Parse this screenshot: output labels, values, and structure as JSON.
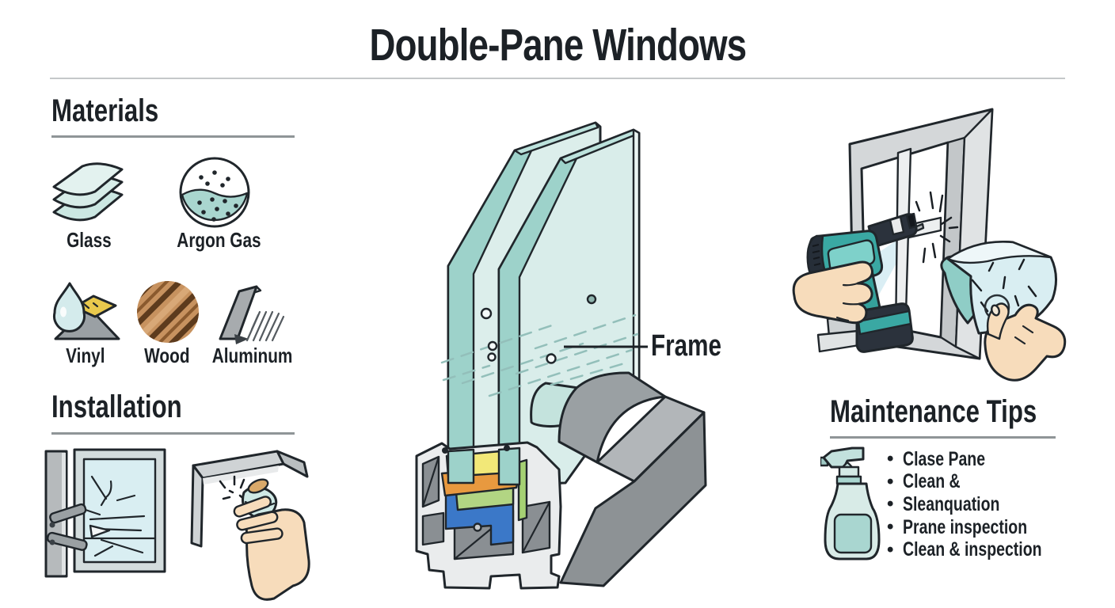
{
  "title": "Double-Pane Windows",
  "materials": {
    "heading": "Materials",
    "items": [
      {
        "label": "Glass",
        "icon": "glass-panes-icon"
      },
      {
        "label": "Argon Gas",
        "icon": "argon-gas-icon"
      },
      {
        "label": "Vinyl",
        "icon": "vinyl-drop-icon"
      },
      {
        "label": "Wood",
        "icon": "wood-grain-icon"
      },
      {
        "label": "Aluminum",
        "icon": "aluminum-profile-icon"
      }
    ]
  },
  "installation": {
    "heading": "Installation",
    "illustrations": [
      "window-bracket-repair-illustration",
      "sealant-application-illustration"
    ]
  },
  "diagram": {
    "label": "Frame",
    "illustration": "double-pane-cross-section-illustration"
  },
  "maintenance": {
    "heading": "Maintenance Tips",
    "icon": "spray-bottle-icon",
    "illustration": "drill-and-wipe-window-illustration",
    "tips": [
      "Clase Pane",
      "Clean &",
      "Sleanquation",
      "Prane inspection",
      "Clean & inspection"
    ]
  },
  "colors": {
    "text": "#1c2126",
    "separator": "#c5c8ca",
    "heading_underline": "#8f9597",
    "glass_edge_teal": "#9dd2ca",
    "glass_face": "#d9edea",
    "accent_teal": "#3aa8a3",
    "frame_gray": "#9aa0a3",
    "spacer_yellow": "#f2e878",
    "spacer_orange": "#e8993f",
    "spacer_green": "#b2d583",
    "spacer_blue": "#3b78c8",
    "skin": "#f7dcbb",
    "wood_tan": "#c7925f"
  }
}
